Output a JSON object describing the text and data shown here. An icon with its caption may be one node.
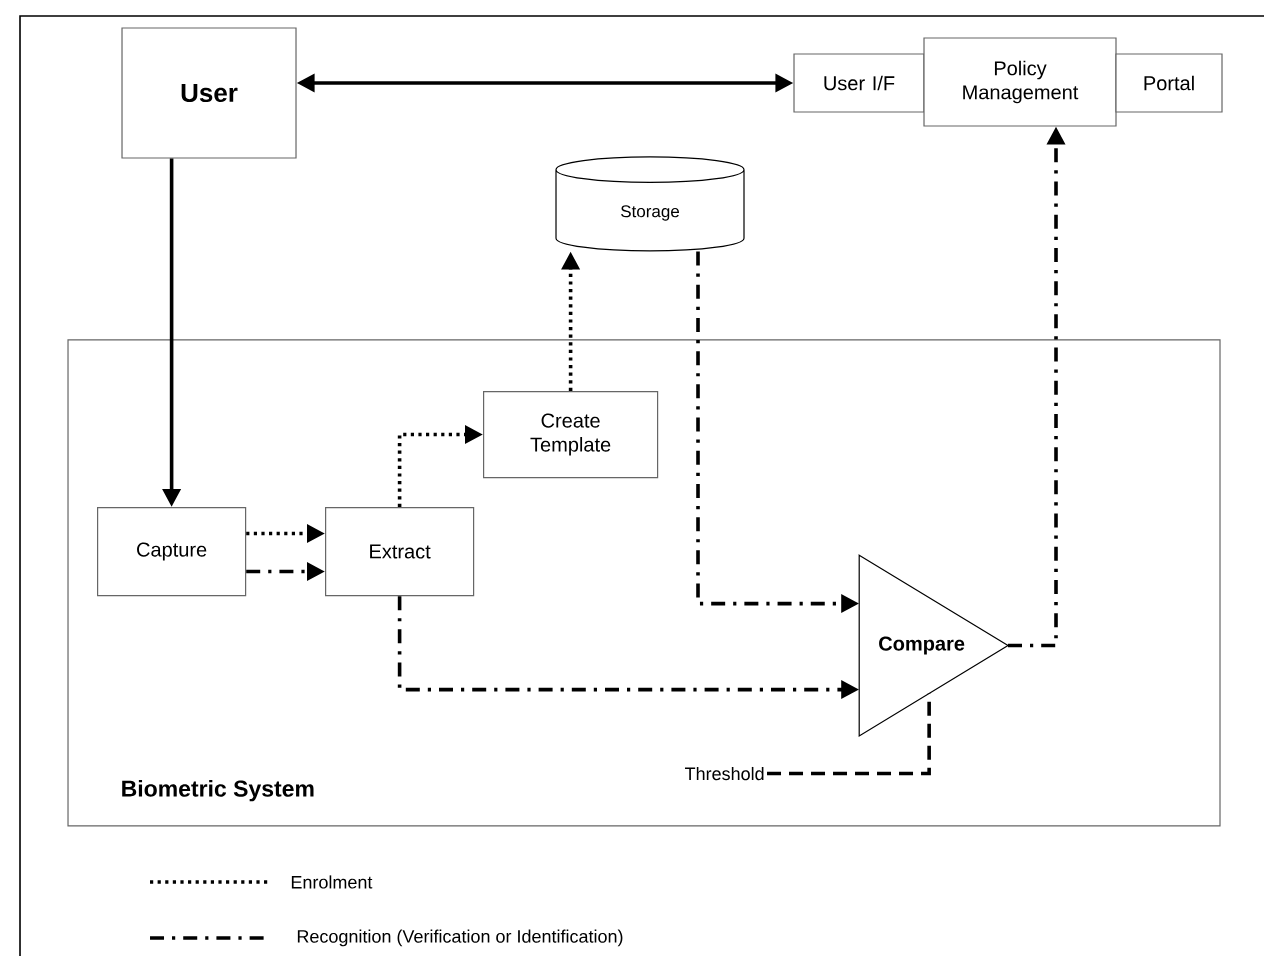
{
  "diagram": {
    "nodes": [
      {
        "text": [
          "Biometric System"
        ]
      },
      {
        "text": [
          "User"
        ]
      },
      {
        "text": [
          "User I/F"
        ]
      },
      {
        "text": [
          "Policy Management"
        ]
      },
      {
        "text": [
          "Portal"
        ]
      },
      {
        "text": [
          "Storage"
        ]
      },
      {
        "text": [
          "Create Template"
        ],
        "in": 0
      },
      {
        "text": [
          "Capture"
        ],
        "in": 0
      },
      {
        "text": [
          "Extract"
        ],
        "in": 0
      },
      {
        "text": [
          "Compare"
        ],
        "in": 0
      },
      {
        "text": [
          "Threshold"
        ],
        "in": 0
      }
    ],
    "edges": [
      {
        "from": 1,
        "to": 2,
        "arrow": "both"
      },
      {
        "from": 1,
        "to": 7,
        "arrow": "to"
      },
      {
        "from": 7,
        "to": 8,
        "arrow": "to",
        "style": "dashed"
      },
      {
        "from": 7,
        "to": 8,
        "arrow": "to",
        "style": "dashed"
      },
      {
        "from": 8,
        "to": 6,
        "arrow": "to",
        "style": "dashed"
      },
      {
        "from": 6,
        "to": 5,
        "arrow": "to",
        "style": "dashed"
      },
      {
        "from": 5,
        "to": 9,
        "arrow": "to",
        "style": "dashed"
      },
      {
        "from": 8,
        "to": 9,
        "arrow": "to",
        "style": "dashed"
      },
      {
        "from": 10,
        "to": 9,
        "arrow": "none",
        "style": "dashed"
      },
      {
        "from": 9,
        "to": 3,
        "arrow": "to",
        "style": "dashed"
      }
    ],
    "legend": [
      {
        "text": "Enrolment"
      },
      {
        "text": "Recognition (Verification or Identification)"
      }
    ]
  }
}
